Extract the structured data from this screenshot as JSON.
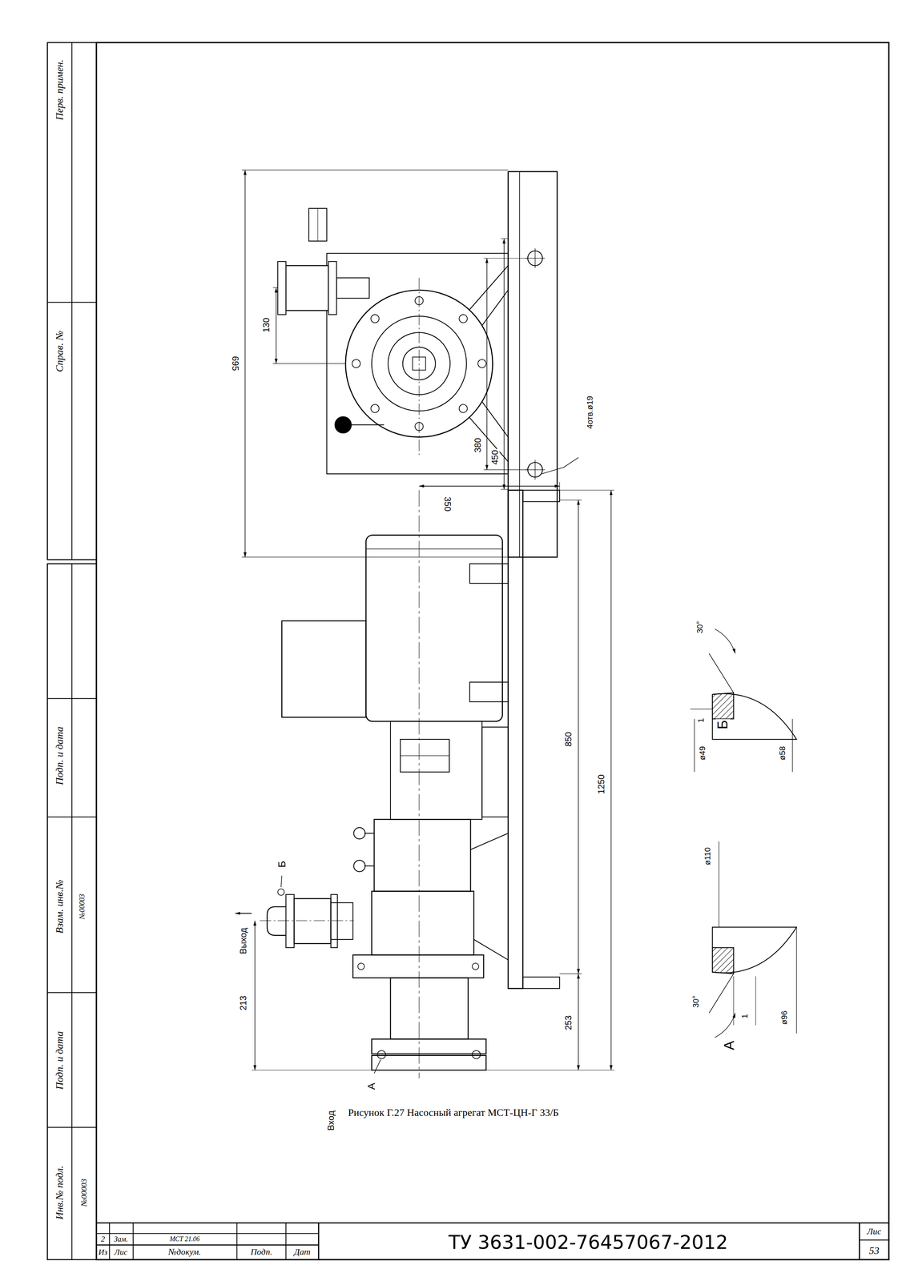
{
  "diagram": {
    "caption": "Рисунок Г.27 Насосный агрегат МСТ-ЦН-Г 33/Б",
    "labels": [
      "Перв. примен.",
      "Справ. №",
      "Подп. и дата",
      "Взам. инв.№",
      "№00003",
      "Подп. и дата",
      "Инв.№ подл.",
      "№00003",
      "695",
      "130",
      "380",
      "450",
      "4отв.ø19",
      "350",
      "850",
      "1250",
      "Выход",
      "213",
      "Б",
      "А",
      "253",
      "Вход",
      "Б",
      "1",
      "30°",
      "ø49",
      "ø58",
      "А",
      "30°",
      "ø110",
      "1",
      "ø96",
      "2",
      "Зам.",
      "МСТ 21.06",
      "Из",
      "Лис",
      "№докум.",
      "Подп.",
      "Дат",
      "ТУ 3631-002-76457067-2012",
      "Лис",
      "53"
    ]
  }
}
